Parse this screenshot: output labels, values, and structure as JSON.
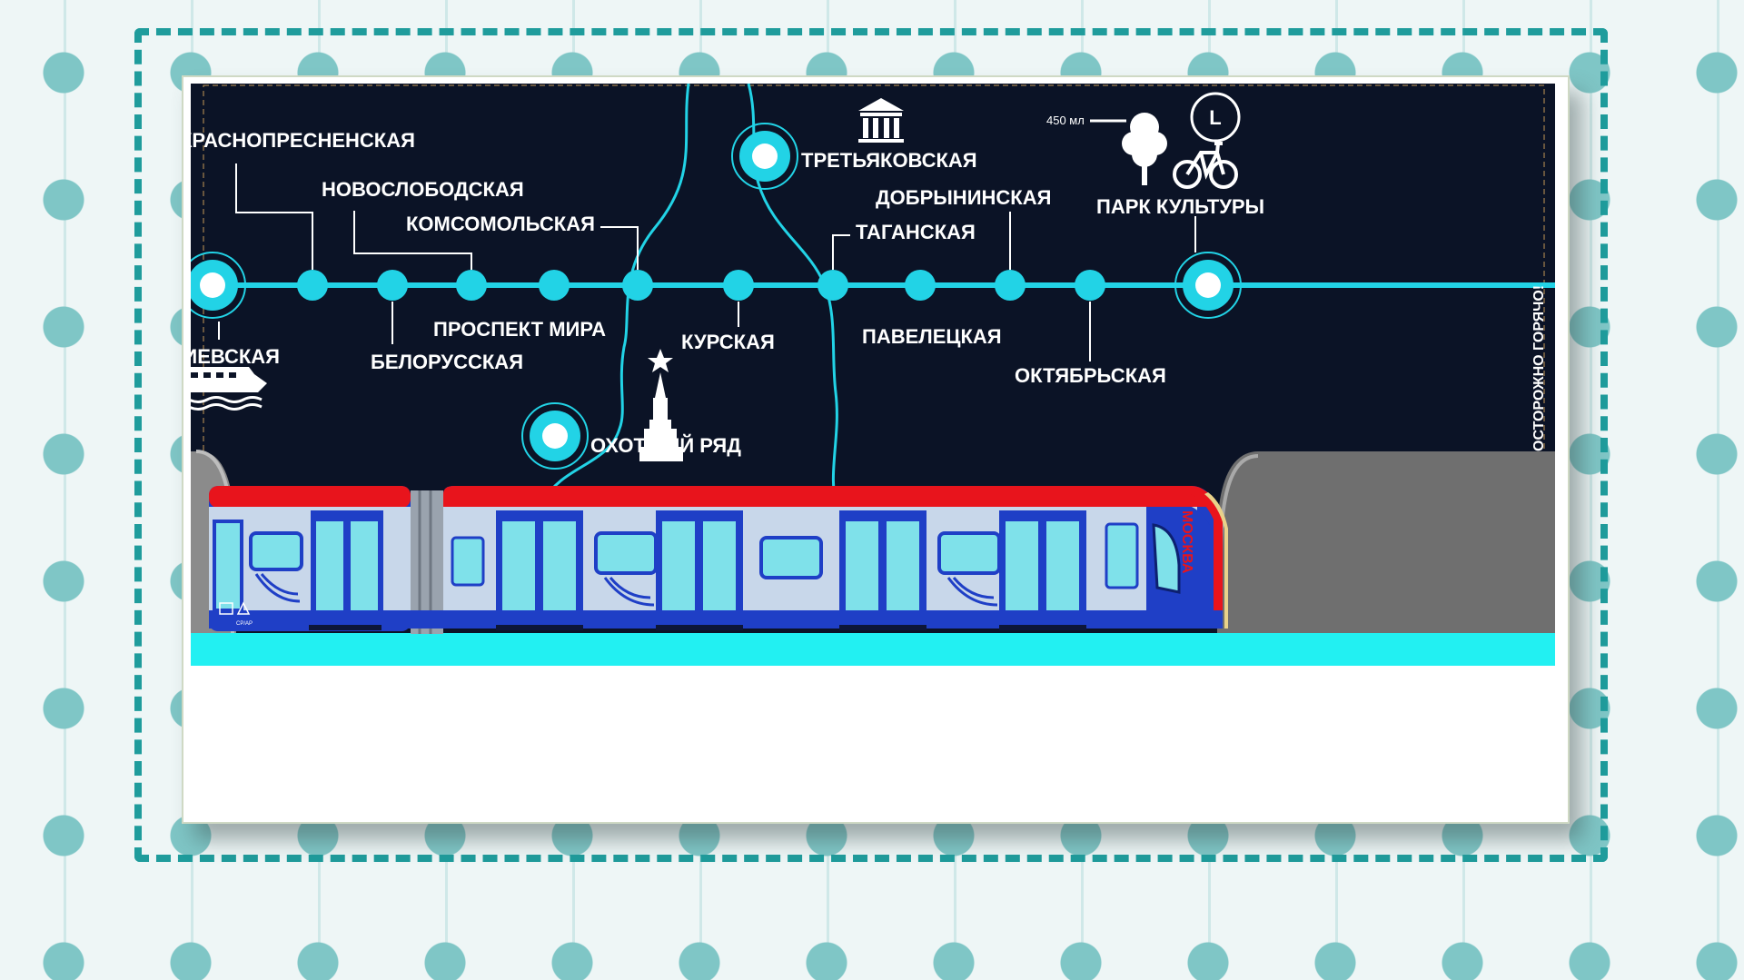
{
  "stations_top": [
    {
      "id": "krasnopresnenskaya",
      "label": "КРАСНОПРЕСНЕНСКАЯ"
    },
    {
      "id": "novoslobodskaya",
      "label": "НОВОСЛОБОДСКАЯ"
    },
    {
      "id": "komsomolskaya",
      "label": "КОМСОМОЛЬСКАЯ"
    },
    {
      "id": "taganskaya",
      "label": "ТАГАНСКАЯ"
    },
    {
      "id": "dobryninskaya",
      "label": "ДОБРЫНИНСКАЯ"
    },
    {
      "id": "park_kultury",
      "label": "ПАРК КУЛЬТУРЫ"
    }
  ],
  "stations_bottom": [
    {
      "id": "kievskaya",
      "label": "КИЕВСКАЯ"
    },
    {
      "id": "belorusskaya",
      "label": "БЕЛОРУССКАЯ"
    },
    {
      "id": "prospekt_mira",
      "label": "ПРОСПЕКТ МИРА"
    },
    {
      "id": "kurskaya",
      "label": "КУРСКАЯ"
    },
    {
      "id": "paveletskaya",
      "label": "ПАВЕЛЕЦКАЯ"
    },
    {
      "id": "oktyabrskaya",
      "label": "ОКТЯБРЬСКАЯ"
    }
  ],
  "branch_stations": [
    {
      "id": "tretyakovskaya",
      "label": "ТРЕТЬЯКОВСКАЯ"
    },
    {
      "id": "okhotny_ryad",
      "label": "ОХОТНЫЙ РЯД"
    }
  ],
  "volume_label": "450 мл",
  "size_badge": "L",
  "warning_text": "ОСТОРОЖНО ГОРЯЧО!",
  "train_label": "МОСКВА",
  "recycle_label": "CP/AP",
  "icons": [
    "museum-icon",
    "tree-icon",
    "bicycle-icon",
    "boat-icon",
    "kremlin-tower-icon",
    "size-badge-icon",
    "recycle-icon"
  ],
  "colors": {
    "background": "#0b1326",
    "line": "#22d3e6",
    "text": "#ffffff",
    "train_blue": "#1f3fc6",
    "train_red": "#e8141c",
    "train_light": "#c8d7ea",
    "window": "#7fe1ea",
    "platform": "#22f0f2",
    "frame": "#1f9c9c"
  }
}
